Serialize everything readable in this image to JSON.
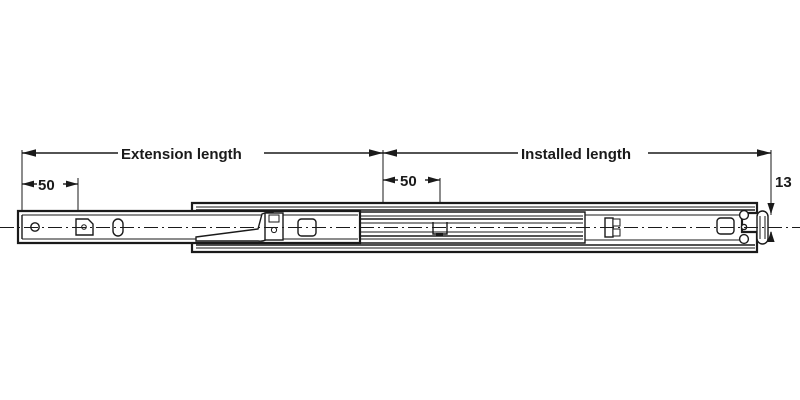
{
  "drawing": {
    "title": "Drawer runner dimension diagram",
    "background_color": "#ffffff",
    "line_color": "#1a1a1a",
    "dimensions": {
      "extension_length": {
        "label": "Extension length",
        "name": "extension-length-dimension"
      },
      "installed_length": {
        "label": "Installed length",
        "name": "installed-length-dimension"
      },
      "left_offset": {
        "label": "50",
        "name": "left-50-dimension"
      },
      "right_offset": {
        "label": "50",
        "name": "right-50-dimension"
      },
      "height": {
        "label": "13",
        "name": "height-13-dimension"
      }
    }
  }
}
